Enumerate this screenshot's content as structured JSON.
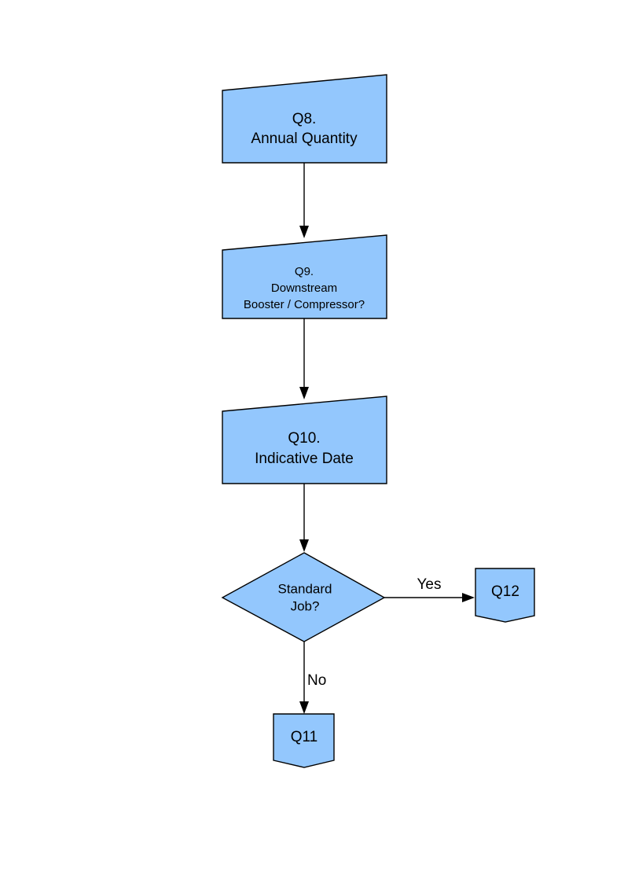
{
  "diagram": {
    "type": "flowchart",
    "title": "",
    "background_color": "#ffffff",
    "node_fill_color": "#93c7fd",
    "node_stroke_color": "#000000",
    "text_color": "#000000",
    "nodes": [
      {
        "id": "q8",
        "shape": "slanted-top-rectangle",
        "shape_meaning": "manual-input",
        "lines": [
          "Q8.",
          "Annual Quantity"
        ],
        "line1": "Q8.",
        "line2": "Annual Quantity",
        "line3": ""
      },
      {
        "id": "q9",
        "shape": "slanted-top-rectangle",
        "shape_meaning": "manual-input",
        "lines": [
          "Q9.",
          "Downstream",
          "Booster / Compressor?"
        ],
        "line1": "Q9.",
        "line2": "Downstream",
        "line3": "Booster / Compressor?"
      },
      {
        "id": "q10",
        "shape": "slanted-top-rectangle",
        "shape_meaning": "manual-input",
        "lines": [
          "Q10.",
          "Indicative Date"
        ],
        "line1": "Q10.",
        "line2": "Indicative Date",
        "line3": ""
      },
      {
        "id": "decision",
        "shape": "diamond",
        "shape_meaning": "decision",
        "lines": [
          "Standard",
          "Job?"
        ],
        "line1": "Standard",
        "line2": "Job?",
        "line3": ""
      },
      {
        "id": "q12",
        "shape": "off-page-connector",
        "shape_meaning": "off-page-connector",
        "lines": [
          "Q12"
        ],
        "line1": "Q12",
        "line2": "",
        "line3": ""
      },
      {
        "id": "q11",
        "shape": "off-page-connector",
        "shape_meaning": "off-page-connector",
        "lines": [
          "Q11"
        ],
        "line1": "Q11",
        "line2": "",
        "line3": ""
      }
    ],
    "edges": [
      {
        "id": "e1",
        "from": "q8",
        "to": "q9",
        "label": "",
        "direction": "down"
      },
      {
        "id": "e2",
        "from": "q9",
        "to": "q10",
        "label": "",
        "direction": "down"
      },
      {
        "id": "e3",
        "from": "q10",
        "to": "decision",
        "label": "",
        "direction": "down"
      },
      {
        "id": "e4",
        "from": "decision",
        "to": "q12",
        "label": "Yes",
        "direction": "right"
      },
      {
        "id": "e5",
        "from": "decision",
        "to": "q11",
        "label": "No",
        "direction": "down"
      }
    ],
    "edge_labels": {
      "yes": "Yes",
      "no": "No"
    }
  }
}
